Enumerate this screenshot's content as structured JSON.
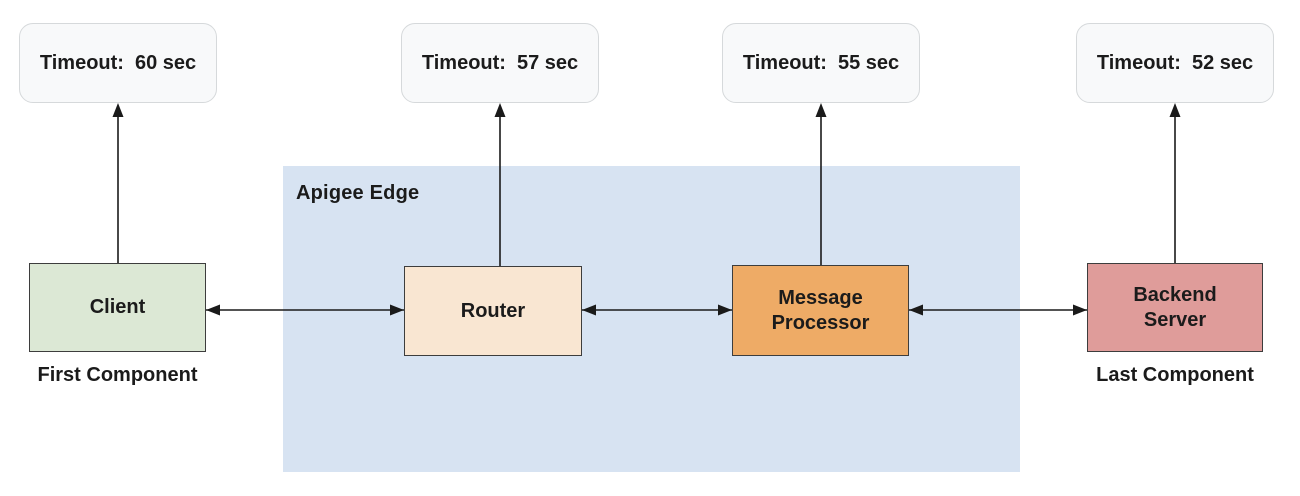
{
  "diagram": {
    "kind": "apigee-edge-timeout-architecture",
    "background": "#ffffff",
    "text_color": "#1b1b1b",
    "arrow_color": "#1a1a1a",
    "node_border_color": "#3d3d3d"
  },
  "apigee_container": {
    "label": "Apigee Edge",
    "fill": "#d7e3f2"
  },
  "timeout_box_style": {
    "fill": "#f8f9fa",
    "border": "#d6d9db"
  },
  "timeout_boxes": [
    {
      "label": "Timeout:",
      "value": "60 sec"
    },
    {
      "label": "Timeout:",
      "value": "57 sec"
    },
    {
      "label": "Timeout:",
      "value": "55 sec"
    },
    {
      "label": "Timeout:",
      "value": "52 sec"
    }
  ],
  "nodes": [
    {
      "label": "Client",
      "fill": "#dce8d5",
      "caption": "First Component"
    },
    {
      "label": "Router",
      "fill": "#f9e6d2"
    },
    {
      "label": "Message Processor",
      "fill": "#eeab66"
    },
    {
      "label": "Backend Server",
      "fill": "#df9c9a",
      "caption": "Last Component"
    }
  ]
}
